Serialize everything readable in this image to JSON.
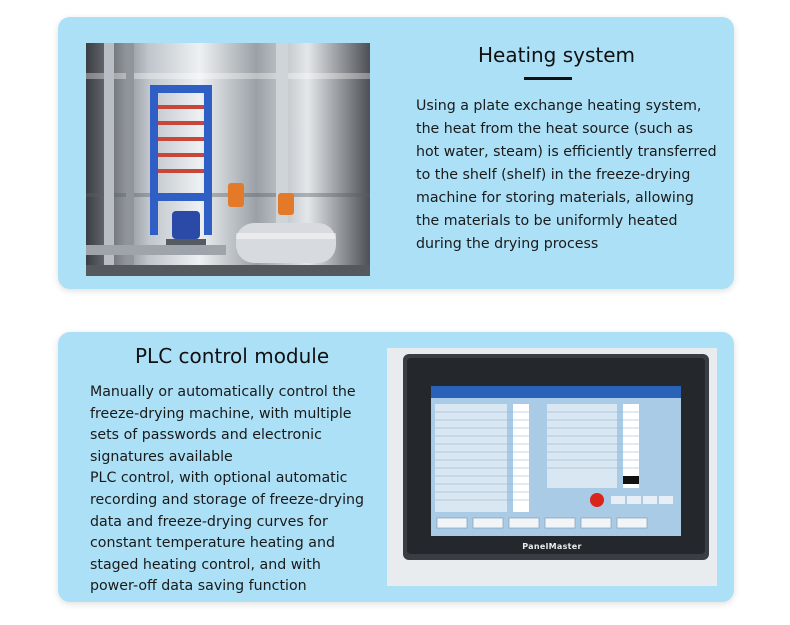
{
  "sections": {
    "heating": {
      "title": "Heating system",
      "lines": [
        "Using a plate exchange heating system,",
        "the heat from the heat source (such as",
        "hot water, steam) is efficiently transferred",
        "to the shelf (shelf) in the freeze-drying",
        "machine for storing materials, allowing",
        "the materials to be uniformly heated",
        "during the drying process"
      ]
    },
    "plc": {
      "title": "PLC control module",
      "lines": [
        "Manually or automatically control the",
        "freeze-drying machine, with multiple",
        "sets of passwords and electronic",
        "signatures available",
        "PLC control, with optional automatic",
        "recording and storage of freeze-drying",
        "data and freeze-drying curves for",
        "constant temperature heating and",
        "staged heating control, and with",
        "power-off data saving function"
      ]
    }
  },
  "hmi": {
    "brand": "PanelMaster"
  },
  "colors": {
    "card_bg": "#ace0f6",
    "hmi_screen_bg": "#a9cbe6",
    "hmi_frame": "#3a3e44",
    "alarm_red": "#d9261b"
  }
}
